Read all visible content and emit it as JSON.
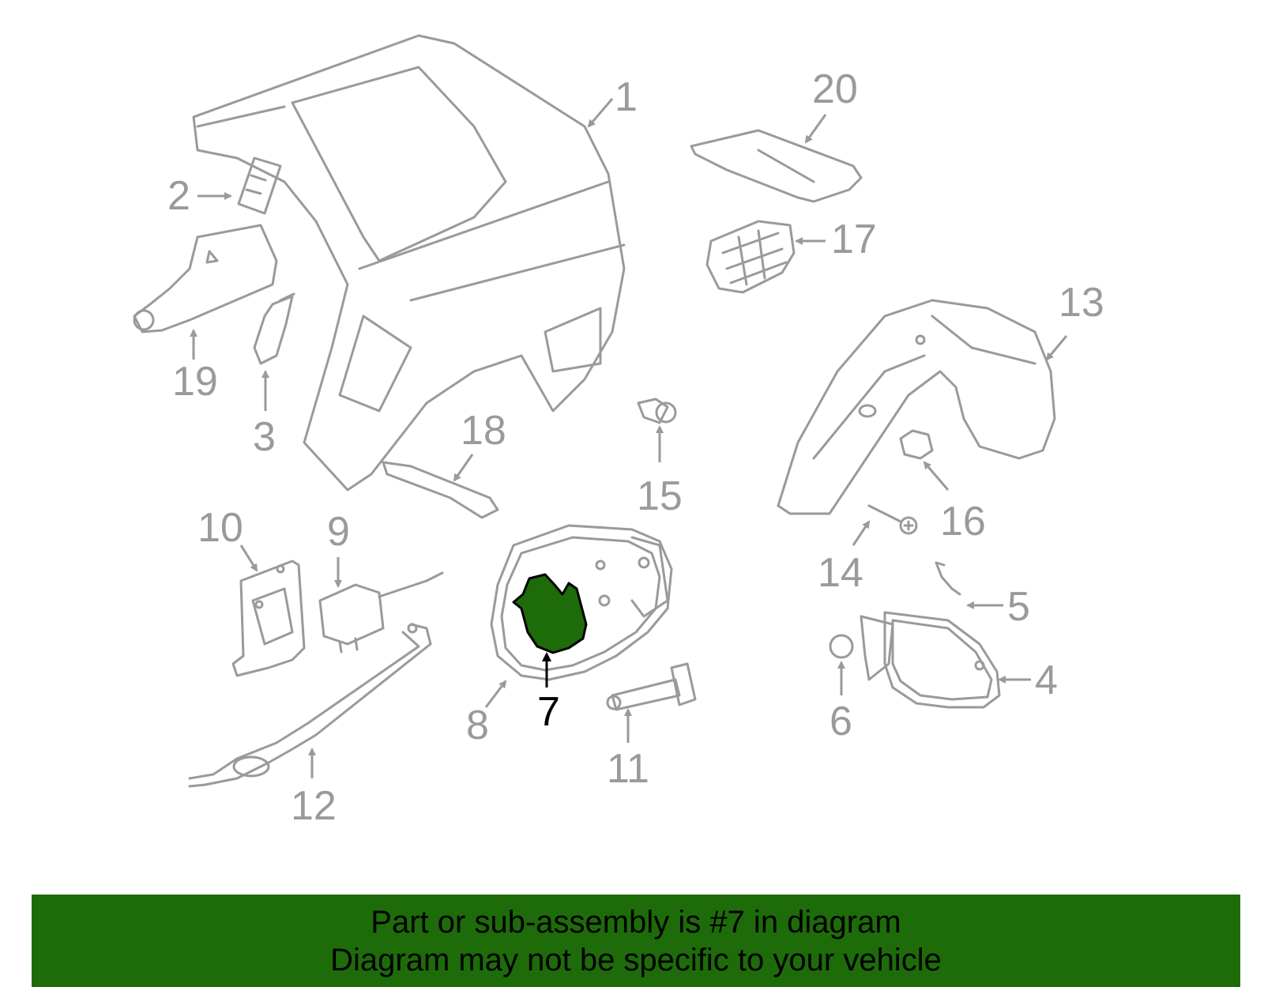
{
  "diagram": {
    "highlight_color": "#1e6b0a",
    "highlighted_part": "7",
    "callouts": [
      "1",
      "2",
      "3",
      "4",
      "5",
      "6",
      "7",
      "8",
      "9",
      "10",
      "11",
      "12",
      "13",
      "14",
      "15",
      "16",
      "17",
      "18",
      "19",
      "20"
    ]
  },
  "banner": {
    "line1": "Part or sub-assembly is #7 in diagram",
    "line2": "Diagram may not be specific to your vehicle",
    "background": "#1e6b0a"
  }
}
